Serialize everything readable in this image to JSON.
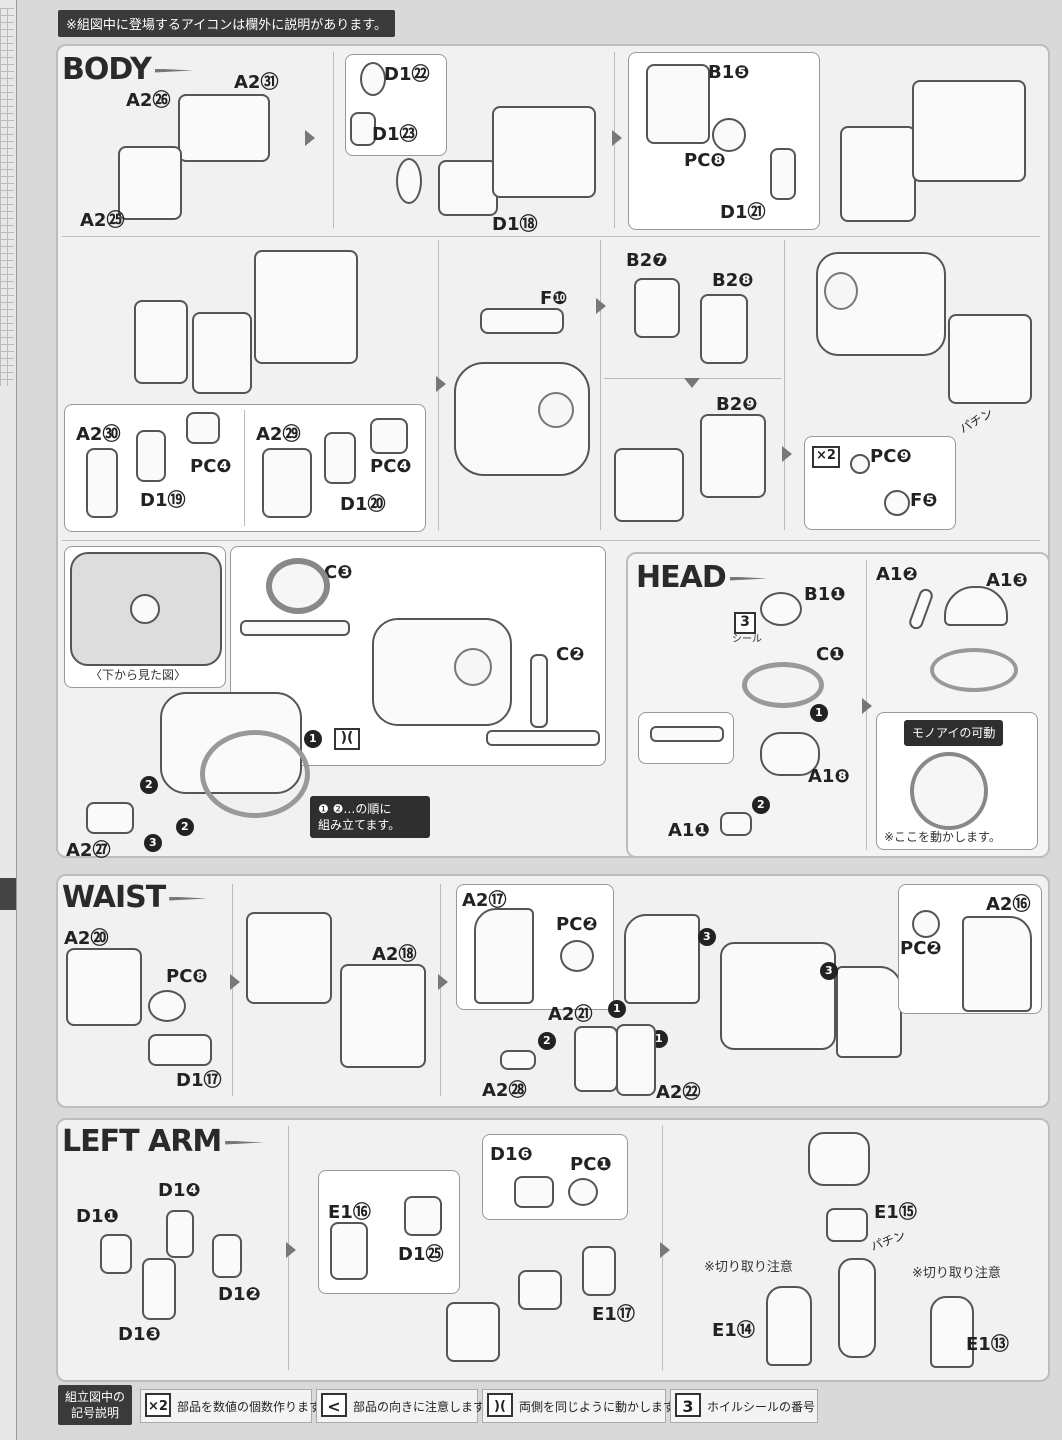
{
  "top_note": "※組図中に登場するアイコンは欄外に説明があります。",
  "sections": {
    "body": "BODY",
    "head": "HEAD",
    "waist": "WAIST",
    "left_arm": "LEFT ARM"
  },
  "body_labels": {
    "a2_31": "A2㉛",
    "a2_26": "A2㉖",
    "a2_25": "A2㉕",
    "d1_22": "D1㉒",
    "d1_23": "D1㉓",
    "d1_18": "D1⑱",
    "b1_5": "B1❺",
    "pc_8": "PC❽",
    "d1_21": "D1㉑",
    "a2_30": "A2㉚",
    "pc_4a": "PC❹",
    "d1_19": "D1⑲",
    "a2_29": "A2㉙",
    "pc_4b": "PC❹",
    "d1_20": "D1⑳",
    "f_10": "F❿",
    "b2_7": "B2❼",
    "b2_8": "B2❽",
    "b2_9": "B2❾",
    "x2": "×2",
    "pc_9": "PC❾",
    "f_5": "F❺",
    "pachin": "パチン",
    "c_3": "C❸",
    "c_2": "C❷",
    "a2_27": "A2㉗",
    "bottom_view": "〈下から見た図〉",
    "order_note_line1": "❶ ❷…の順に",
    "order_note_line2": "組み立てます。"
  },
  "head_labels": {
    "b1_1": "B1❶",
    "c_1": "C❶",
    "a1_8": "A1❽",
    "a1_1": "A1❶",
    "a1_2": "A1❷",
    "a1_3": "A1❸",
    "sticker_num": "3",
    "sticker_text": "シール",
    "mono_eye": "モノアイの可動",
    "move_here": "※ここを動かします。"
  },
  "waist_labels": {
    "a2_20": "A2⑳",
    "pc_8": "PC❽",
    "d1_17": "D1⑰",
    "a2_18": "A2⑱",
    "a2_17": "A2⑰",
    "pc_2a": "PC❷",
    "a2_16": "A2⑯",
    "pc_2b": "PC❷",
    "a2_21": "A2㉑",
    "a2_28": "A2㉘",
    "a2_22": "A2㉒"
  },
  "arm_labels": {
    "d1_1": "D1❶",
    "d1_4": "D1❹",
    "d1_2": "D1❷",
    "d1_3": "D1❸",
    "e1_16": "E1⑯",
    "d1_25": "D1㉕",
    "d1_6": "D1❻",
    "pc_1": "PC❶",
    "e1_17": "E1⑰",
    "e1_15": "E1⑮",
    "pachin": "パチン",
    "cut_note_a": "※切り取り注意",
    "cut_note_b": "※切り取り注意",
    "e1_14": "E1⑭",
    "e1_13": "E1⑬"
  },
  "legend": {
    "title_line1": "組立図中の",
    "title_line2": "記号説明",
    "x2_icon": "×2",
    "x2_text": "部品を数値の個数作ります",
    "dir_icon": "<",
    "dir_text": "部品の向きに注意します",
    "sym_icon": ")(",
    "sym_text": "両側を同じように動かします",
    "num_icon": "3",
    "num_text": "ホイルシールの番号"
  }
}
